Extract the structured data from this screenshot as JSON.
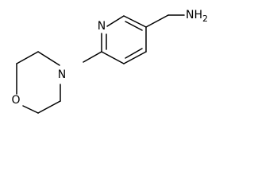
{
  "structure": {
    "atoms": {
      "pyridine_nitrogen": "N",
      "amine": "NH",
      "amine_subscript": "2",
      "morpholine_nitrogen": "N",
      "morpholine_oxygen": "O"
    }
  }
}
